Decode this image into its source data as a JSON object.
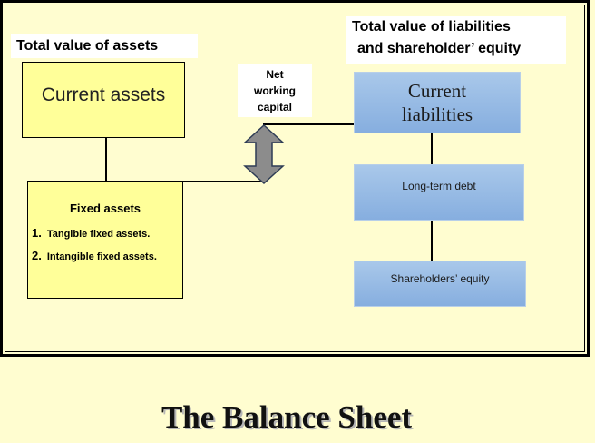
{
  "assets": {
    "heading": "Total value of assets",
    "current_assets": "Current assets",
    "fixed_assets": {
      "title": "Fixed assets",
      "items": [
        {
          "num": "1.",
          "text": "Tangible fixed assets."
        },
        {
          "num": "2.",
          "text": "Intangible fixed assets."
        }
      ]
    }
  },
  "liabilities": {
    "heading_line1": "Total value of liabilities",
    "heading_line2": "and shareholder’ equity",
    "current_liabilities_line1": "Current",
    "current_liabilities_line2": "liabilities",
    "long_term_debt": "Long-term debt",
    "shareholders_equity": "Shareholders’ equity"
  },
  "net_working_capital": {
    "line1": "Net",
    "line2": "working",
    "line3": "capital"
  },
  "title": "The Balance Sheet",
  "colors": {
    "background": "#fffdd0",
    "yellow_box": "#ffff99",
    "blue_box": "#94b8e3",
    "arrow": "#8c8c8c"
  }
}
